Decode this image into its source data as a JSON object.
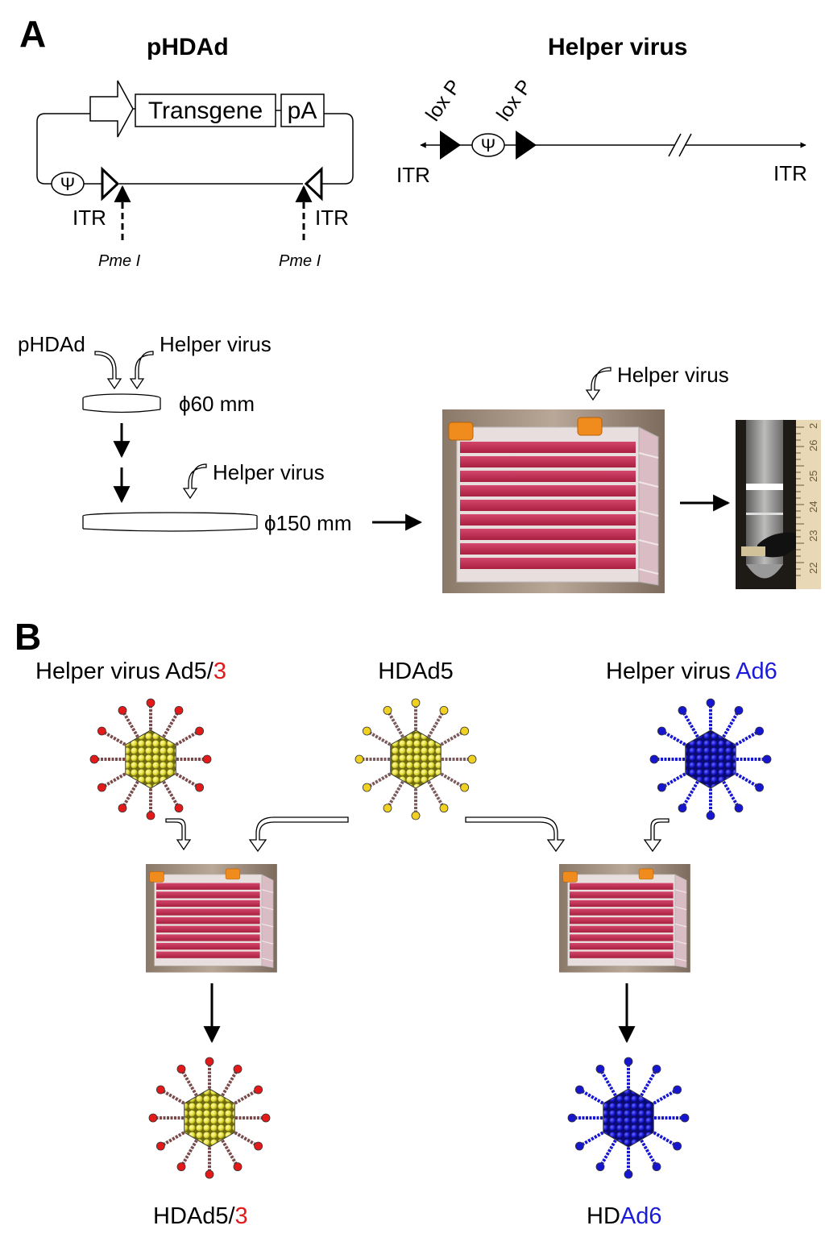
{
  "panel_a": {
    "letter": "A",
    "phdad_title": "pHDAd",
    "helper_title": "Helper virus",
    "plasmid": {
      "transgene": "Transgene",
      "pa": "pA",
      "psi": "Ψ",
      "itr_left": "ITR",
      "itr_right": "ITR",
      "pme_left": "Pme I",
      "pme_right": "Pme I"
    },
    "helper": {
      "loxp_1": "lox P",
      "loxp_2": "lox P",
      "psi": "Ψ",
      "itr_left": "ITR",
      "itr_right": "ITR"
    },
    "workflow": {
      "input_phdad": "pHDAd",
      "input_helper": "Helper virus",
      "dish_60": "ϕ60 mm",
      "helper_add_2": "Helper virus",
      "dish_150": "ϕ150 mm",
      "helper_add_3": "Helper virus"
    },
    "ruler_ticks": [
      "22",
      "23",
      "24",
      "25",
      "26",
      "2"
    ]
  },
  "panel_b": {
    "letter": "B",
    "helper_left_prefix": "Helper virus Ad5/",
    "helper_left_accent": "3",
    "center": "HDAd5",
    "helper_right_prefix": "Helper virus ",
    "helper_right_accent": "Ad6",
    "product_left_prefix": "HDAd5/",
    "product_left_accent": "3",
    "product_right_prefix": "HD",
    "product_right_accent": "Ad6"
  },
  "colors": {
    "red_accent": "#e41a1a",
    "blue_accent": "#1a1ad8",
    "capsid_yellow": "#e6e03a",
    "capsid_blue": "#1616d0",
    "medium_pink": "#c8325a",
    "cap_orange": "#f08c1e"
  }
}
